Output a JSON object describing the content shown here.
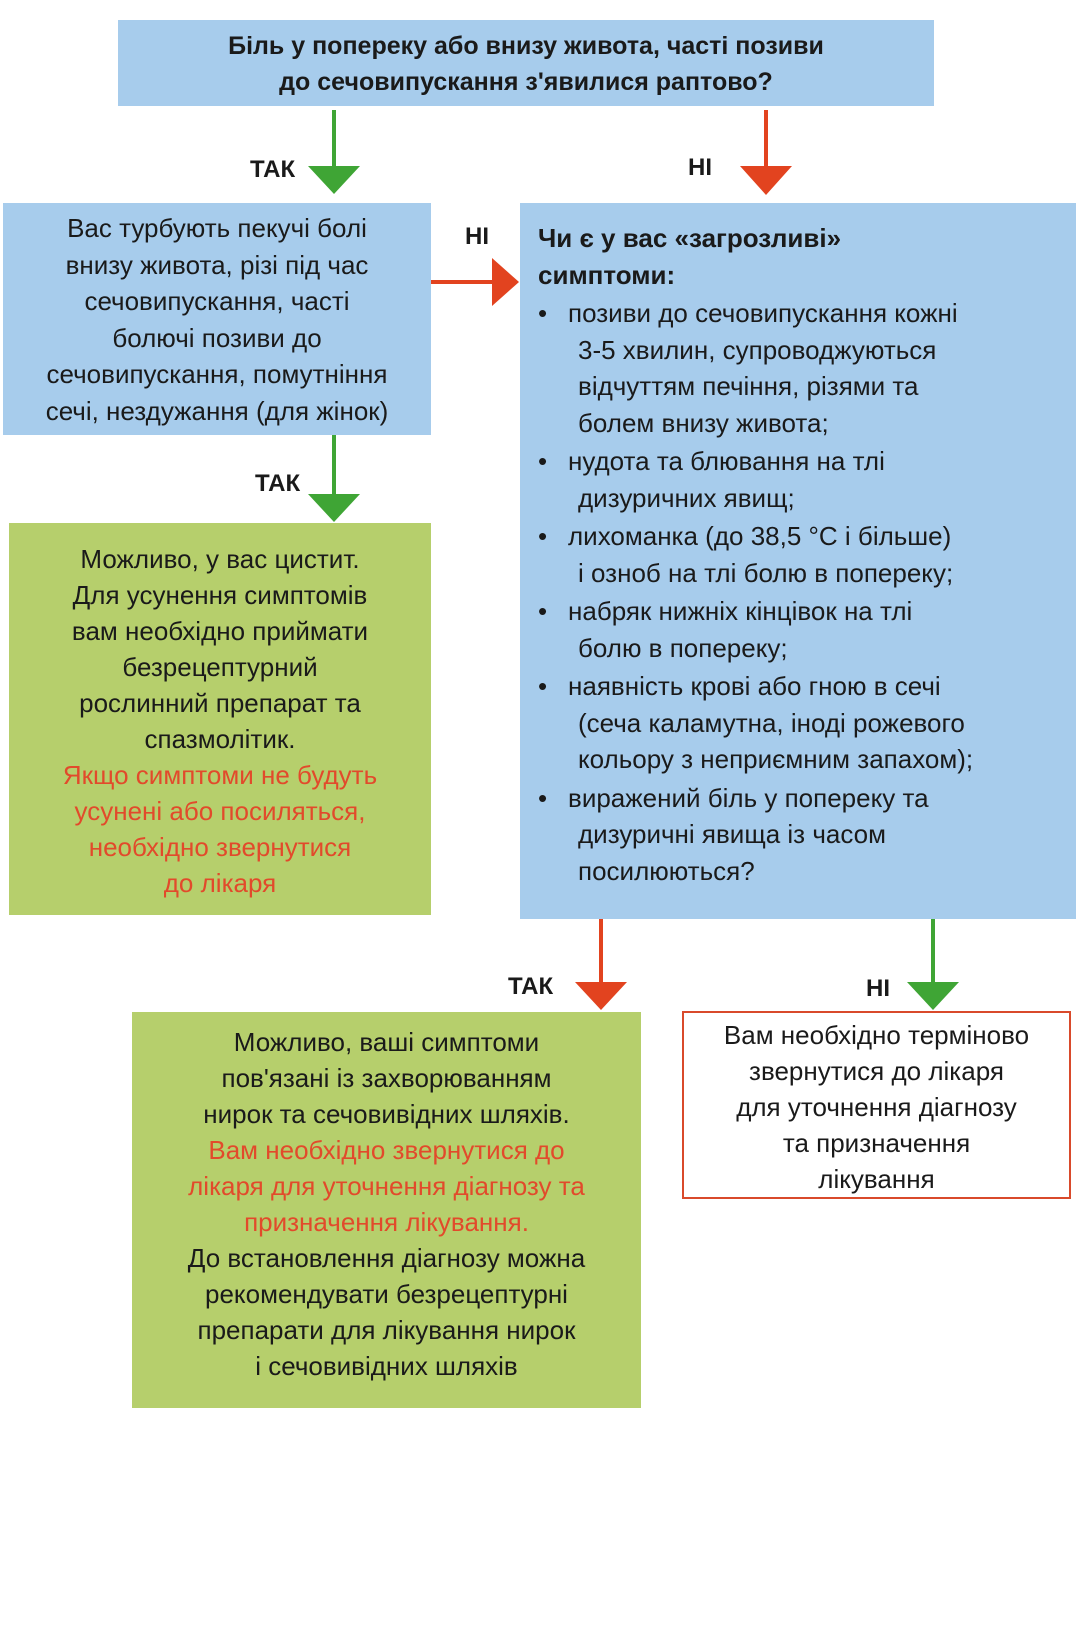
{
  "question_top": {
    "line1": "Біль у попереку або внизу живота, часті позиви",
    "line2": "до сечовипускання з'явилися раптово?"
  },
  "question_left": {
    "lines": [
      "Вас турбують пекучі болі",
      "внизу живота, різі під час",
      "сечовипускання, часті",
      "болючі позиви до",
      "сечовипускання, помутніння",
      "сечі, нездужання (для жінок)"
    ]
  },
  "question_right": {
    "heading_line1": "Чи є у вас «загрозливі»",
    "heading_line2": "симптоми:",
    "bullet_char": "•",
    "items": [
      {
        "l1": "позиви до сечовипускання кожні",
        "rest": [
          "3-5 хвилин, супроводжуються",
          "відчуттям печіння, різями та",
          "болем внизу живота;"
        ]
      },
      {
        "l1": "нудота та блювання на тлі",
        "rest": [
          "дизуричних явищ;"
        ]
      },
      {
        "l1": "лихоманка (до 38,5 °С і більше)",
        "rest": [
          "і озноб на тлі болю в попереку;"
        ]
      },
      {
        "l1": "набряк нижніх кінцівок на тлі",
        "rest": [
          "болю в попереку;"
        ]
      },
      {
        "l1": "наявність крові або гною в сечі",
        "rest": [
          "(сеча каламутна, іноді рожевого",
          "кольору з неприємним запахом);"
        ]
      },
      {
        "l1": "виражений біль у попереку та",
        "rest": [
          "дизуричні явища із часом",
          "посилюються?"
        ]
      }
    ]
  },
  "result_cystitis": {
    "lines": [
      "Можливо, у вас цистит.",
      "Для усунення симптомів",
      "вам необхідно приймати",
      "безрецептурний",
      "рослинний препарат та",
      "спазмолітик."
    ],
    "warn_lines": [
      "Якщо симптоми не будуть",
      "усунені або посиляться,",
      "необхідно звернутися",
      "до лікаря"
    ]
  },
  "result_kidney": {
    "lines": [
      "Можливо, ваші симптоми",
      "пов'язані із захворюванням",
      "нирок та сечовивідних шляхів."
    ],
    "warn_lines": [
      "Вам необхідно звернутися до",
      "лікаря для уточнення діагнозу та",
      "призначення лікування."
    ],
    "after_lines": [
      "До встановлення діагнозу можна",
      "рекомендувати безрецептурні",
      "препарати для лікування нирок",
      "і сечовивідних шляхів"
    ]
  },
  "result_doctor": {
    "lines": [
      "Вам необхідно терміново",
      "звернутися до лікаря",
      "для уточнення діагнозу",
      "та призначення",
      "лікування"
    ]
  },
  "labels": {
    "yes1": "ТАК",
    "no1": "НІ",
    "no2": "НІ",
    "yes2": "ТАК",
    "yes3": "ТАК",
    "no3": "НІ"
  },
  "colors": {
    "blue": "#a7ccec",
    "green": "#b6cf6c",
    "arrow_green": "#3fa535",
    "arrow_red": "#e2431f",
    "warn_text": "#e24a2b"
  }
}
